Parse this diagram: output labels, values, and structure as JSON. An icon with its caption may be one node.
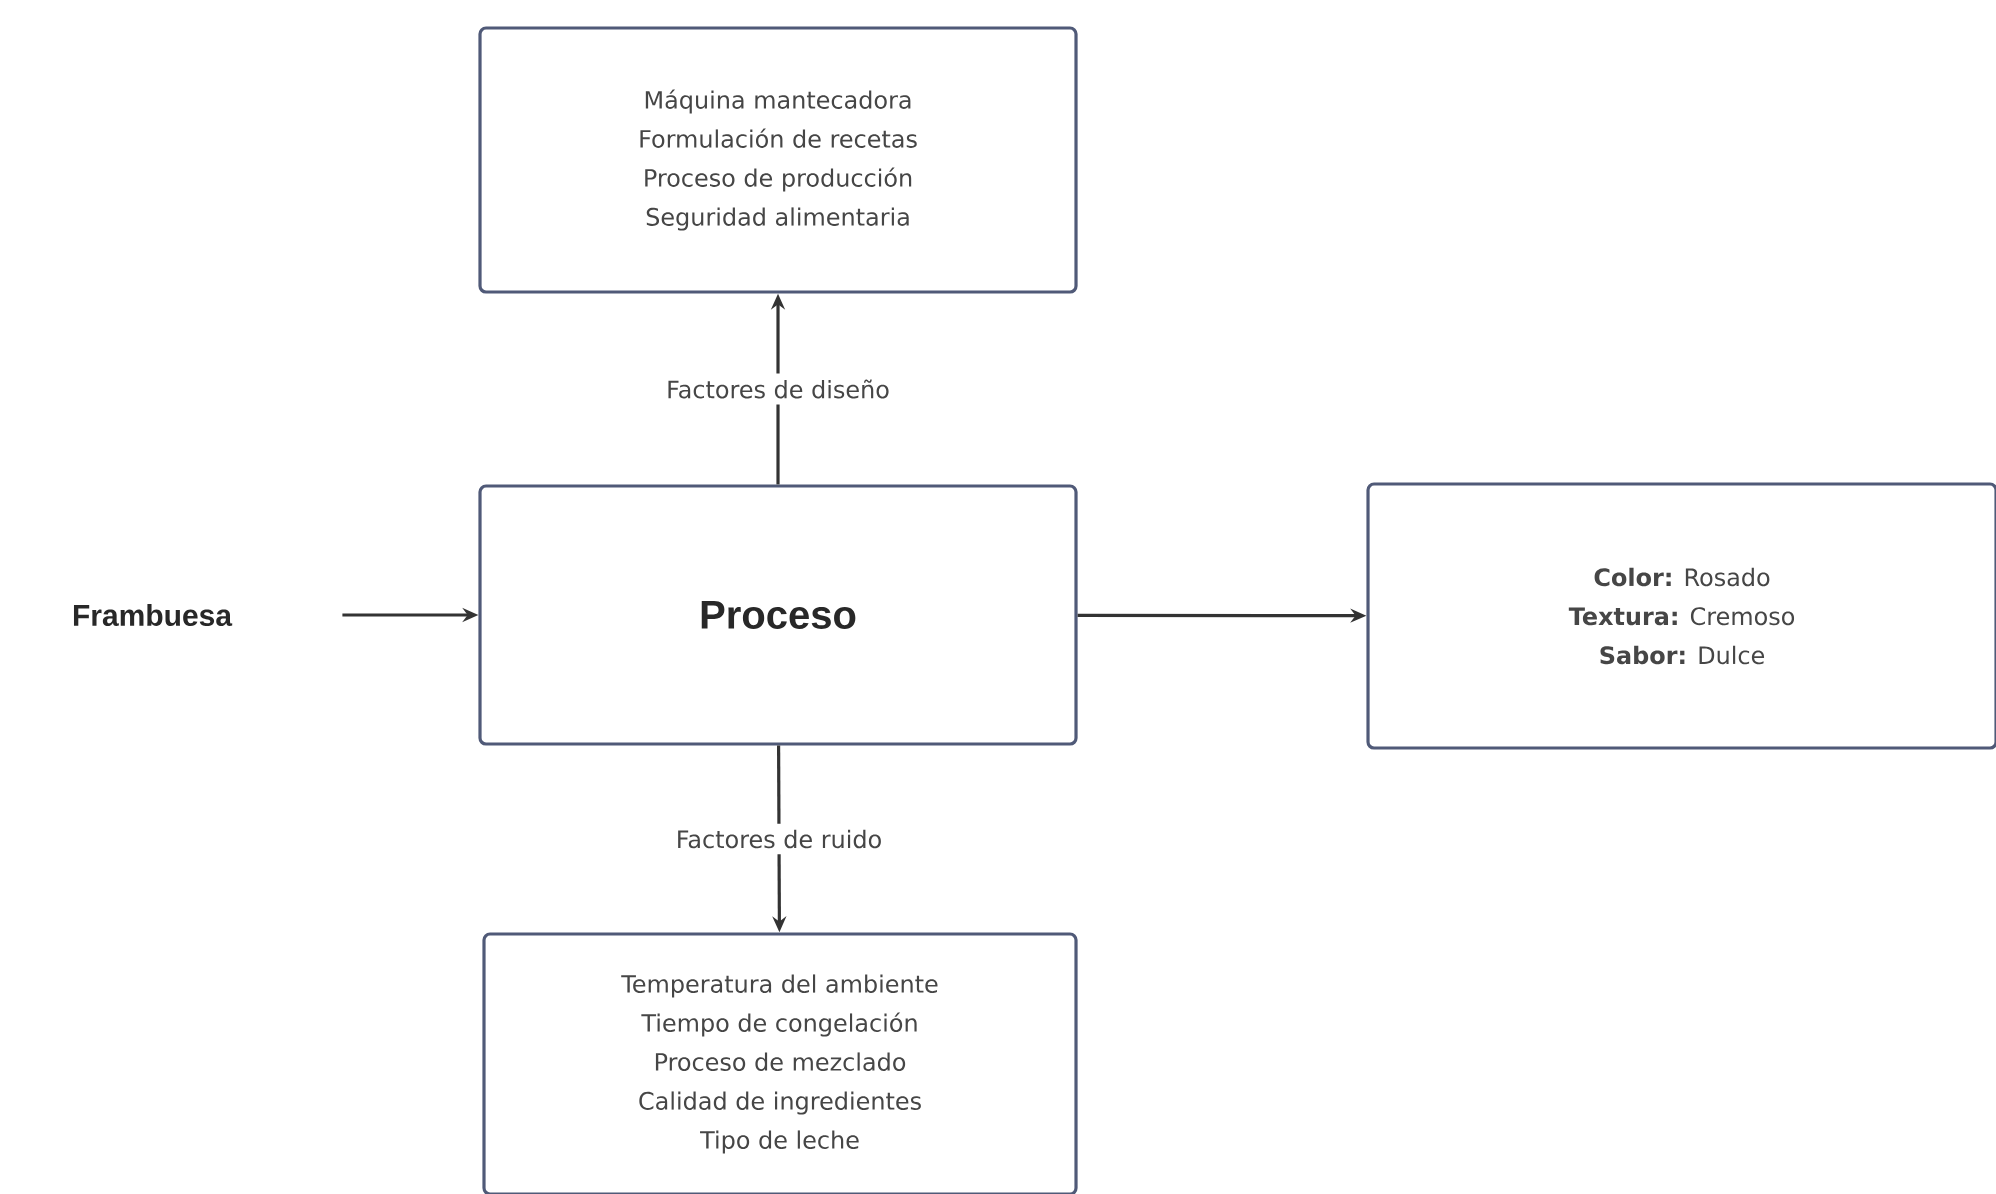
{
  "diagram": {
    "nodes": [
      {
        "text": [
          "Máquina mantecadora",
          "Formulación de recetas",
          "Proceso de producción",
          "Seguridad alimentaria"
        ]
      },
      {
        "text": [
          "Proceso"
        ]
      },
      {
        "text": [
          "**Color:** Rosado",
          "**Textura:** Cremoso",
          "**Sabor:** Dulce"
        ]
      },
      {
        "text": [
          "Temperatura del ambiente",
          "Tiempo de congelación",
          "Proceso de mezclado",
          "Calidad de ingredientes",
          "Tipo de leche"
        ]
      },
      {
        "text": [
          "Frambuesa"
        ]
      }
    ],
    "edges": [
      {
        "from": 4,
        "to": 1,
        "arrow": "to"
      },
      {
        "from": 1,
        "to": 0,
        "arrow": "to",
        "label": "Factores de diseño"
      },
      {
        "from": 1,
        "to": 2,
        "arrow": "to"
      },
      {
        "from": 1,
        "to": 3,
        "arrow": "to",
        "label": "Factores de ruido"
      }
    ]
  }
}
